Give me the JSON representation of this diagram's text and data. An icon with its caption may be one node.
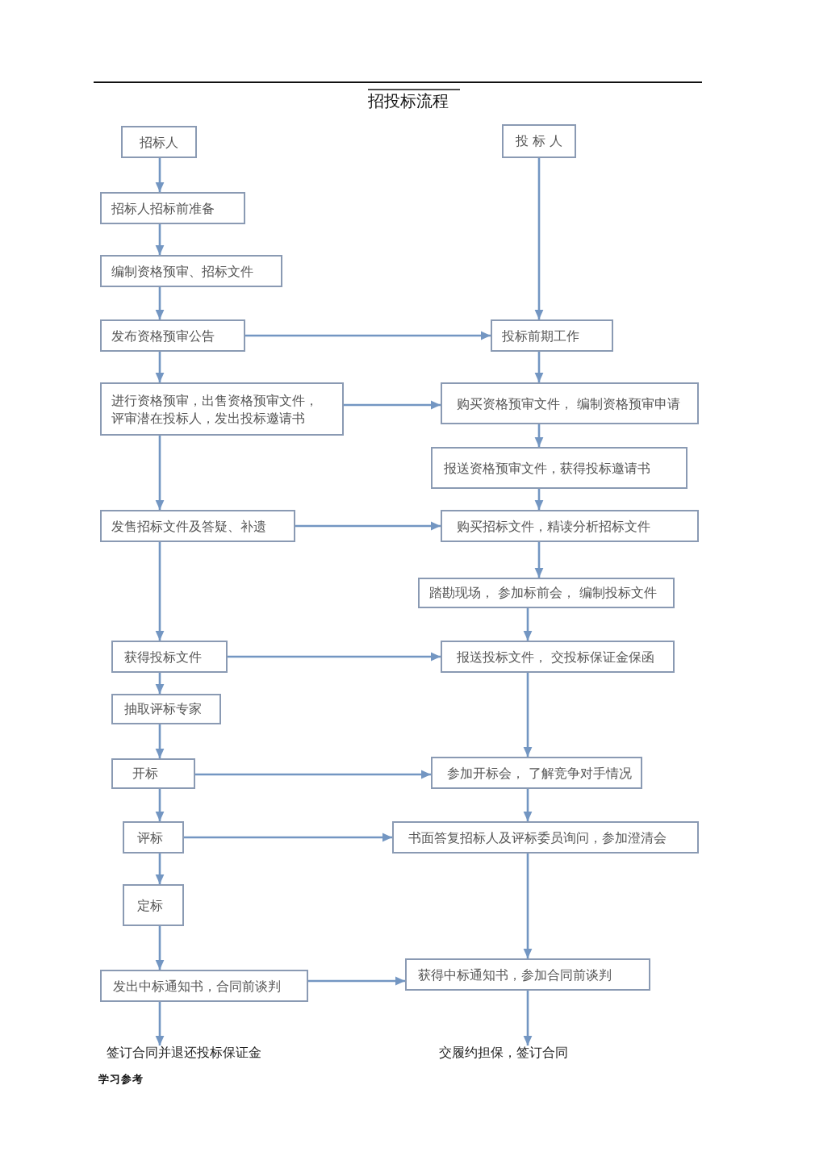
{
  "diagram": {
    "title": "招投标流程",
    "nodes": [
      {
        "text": [
          "招标人"
        ]
      },
      {
        "text": [
          "投 标 人"
        ]
      },
      {
        "text": [
          "招标人招标前准备"
        ]
      },
      {
        "text": [
          "编制资格预审、招标文件"
        ]
      },
      {
        "text": [
          "发布资格预审公告"
        ]
      },
      {
        "text": [
          "投标前期工作"
        ]
      },
      {
        "text": [
          "进行资格预审，出售资格预审文件，评审潜在投标人，发出投标邀请书"
        ]
      },
      {
        "text": [
          "购买资格预审文件， 编制资格预审申请"
        ]
      },
      {
        "text": [
          "报送资格预审文件，获得投标邀请书"
        ]
      },
      {
        "text": [
          "发售招标文件及答疑、补遗"
        ]
      },
      {
        "text": [
          "购买招标文件，精读分析招标文件"
        ]
      },
      {
        "text": [
          "踏勘现场， 参加标前会， 编制投标文件"
        ]
      },
      {
        "text": [
          "获得投标文件"
        ]
      },
      {
        "text": [
          "报送投标文件， 交投标保证金保函"
        ]
      },
      {
        "text": [
          "抽取评标专家"
        ]
      },
      {
        "text": [
          "开标"
        ]
      },
      {
        "text": [
          "参加开标会， 了解竞争对手情况"
        ]
      },
      {
        "text": [
          "评标"
        ]
      },
      {
        "text": [
          "书面答复招标人及评标委员询问，参加澄清会"
        ]
      },
      {
        "text": [
          "定标"
        ]
      },
      {
        "text": [
          "发出中标通知书，合同前谈判"
        ]
      },
      {
        "text": [
          "获得中标通知书，参加合同前谈判"
        ]
      },
      {
        "text": [
          "签订合同并退还投标保证金"
        ]
      },
      {
        "text": [
          "交履约担保，签订合同"
        ]
      }
    ],
    "edges": [
      {
        "from": 0,
        "to": 2,
        "arrow": "to"
      },
      {
        "from": 2,
        "to": 3,
        "arrow": "to"
      },
      {
        "from": 3,
        "to": 4,
        "arrow": "to"
      },
      {
        "from": 4,
        "to": 5,
        "arrow": "to"
      },
      {
        "from": 4,
        "to": 6,
        "arrow": "to"
      },
      {
        "from": 1,
        "to": 5,
        "arrow": "to"
      },
      {
        "from": 5,
        "to": 7,
        "arrow": "to"
      },
      {
        "from": 6,
        "to": 7,
        "arrow": "to"
      },
      {
        "from": 7,
        "to": 8,
        "arrow": "to"
      },
      {
        "from": 6,
        "to": 9,
        "arrow": "to"
      },
      {
        "from": 8,
        "to": 10,
        "arrow": "to"
      },
      {
        "from": 9,
        "to": 10,
        "arrow": "to"
      },
      {
        "from": 10,
        "to": 11,
        "arrow": "to"
      },
      {
        "from": 9,
        "to": 12,
        "arrow": "to"
      },
      {
        "from": 11,
        "to": 13,
        "arrow": "to"
      },
      {
        "from": 12,
        "to": 13,
        "arrow": "to"
      },
      {
        "from": 12,
        "to": 14,
        "arrow": "to"
      },
      {
        "from": 14,
        "to": 15,
        "arrow": "to"
      },
      {
        "from": 13,
        "to": 16,
        "arrow": "to"
      },
      {
        "from": 15,
        "to": 16,
        "arrow": "to"
      },
      {
        "from": 15,
        "to": 17,
        "arrow": "to"
      },
      {
        "from": 16,
        "to": 18,
        "arrow": "to"
      },
      {
        "from": 17,
        "to": 18,
        "arrow": "to"
      },
      {
        "from": 17,
        "to": 19,
        "arrow": "to"
      },
      {
        "from": 19,
        "to": 20,
        "arrow": "to"
      },
      {
        "from": 18,
        "to": 21,
        "arrow": "to"
      },
      {
        "from": 20,
        "to": 21,
        "arrow": "to"
      },
      {
        "from": 20,
        "to": 22,
        "arrow": "to"
      },
      {
        "from": 21,
        "to": 23,
        "arrow": "to"
      }
    ],
    "labels": [
      "学习参考"
    ]
  }
}
